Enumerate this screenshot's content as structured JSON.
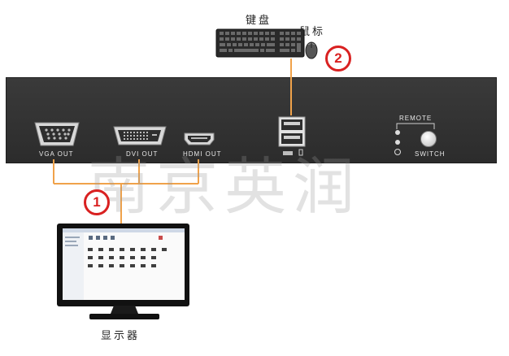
{
  "labels": {
    "keyboard": "键盘",
    "mouse": "鼠标",
    "monitor": "显示器",
    "vga_out": "VGA OUT",
    "dvi_out": "DVI OUT",
    "hdmi_out": "HDMI OUT",
    "remote": "REMOTE",
    "switch": "SWITCH",
    "watermark": "南京英润"
  },
  "markers": {
    "marker_1": "1",
    "marker_2": "2"
  },
  "colors": {
    "panel": "#333333",
    "video_cable": "#f0a24a",
    "usb_cable": "#f0a24a",
    "marker": "#d92121"
  }
}
